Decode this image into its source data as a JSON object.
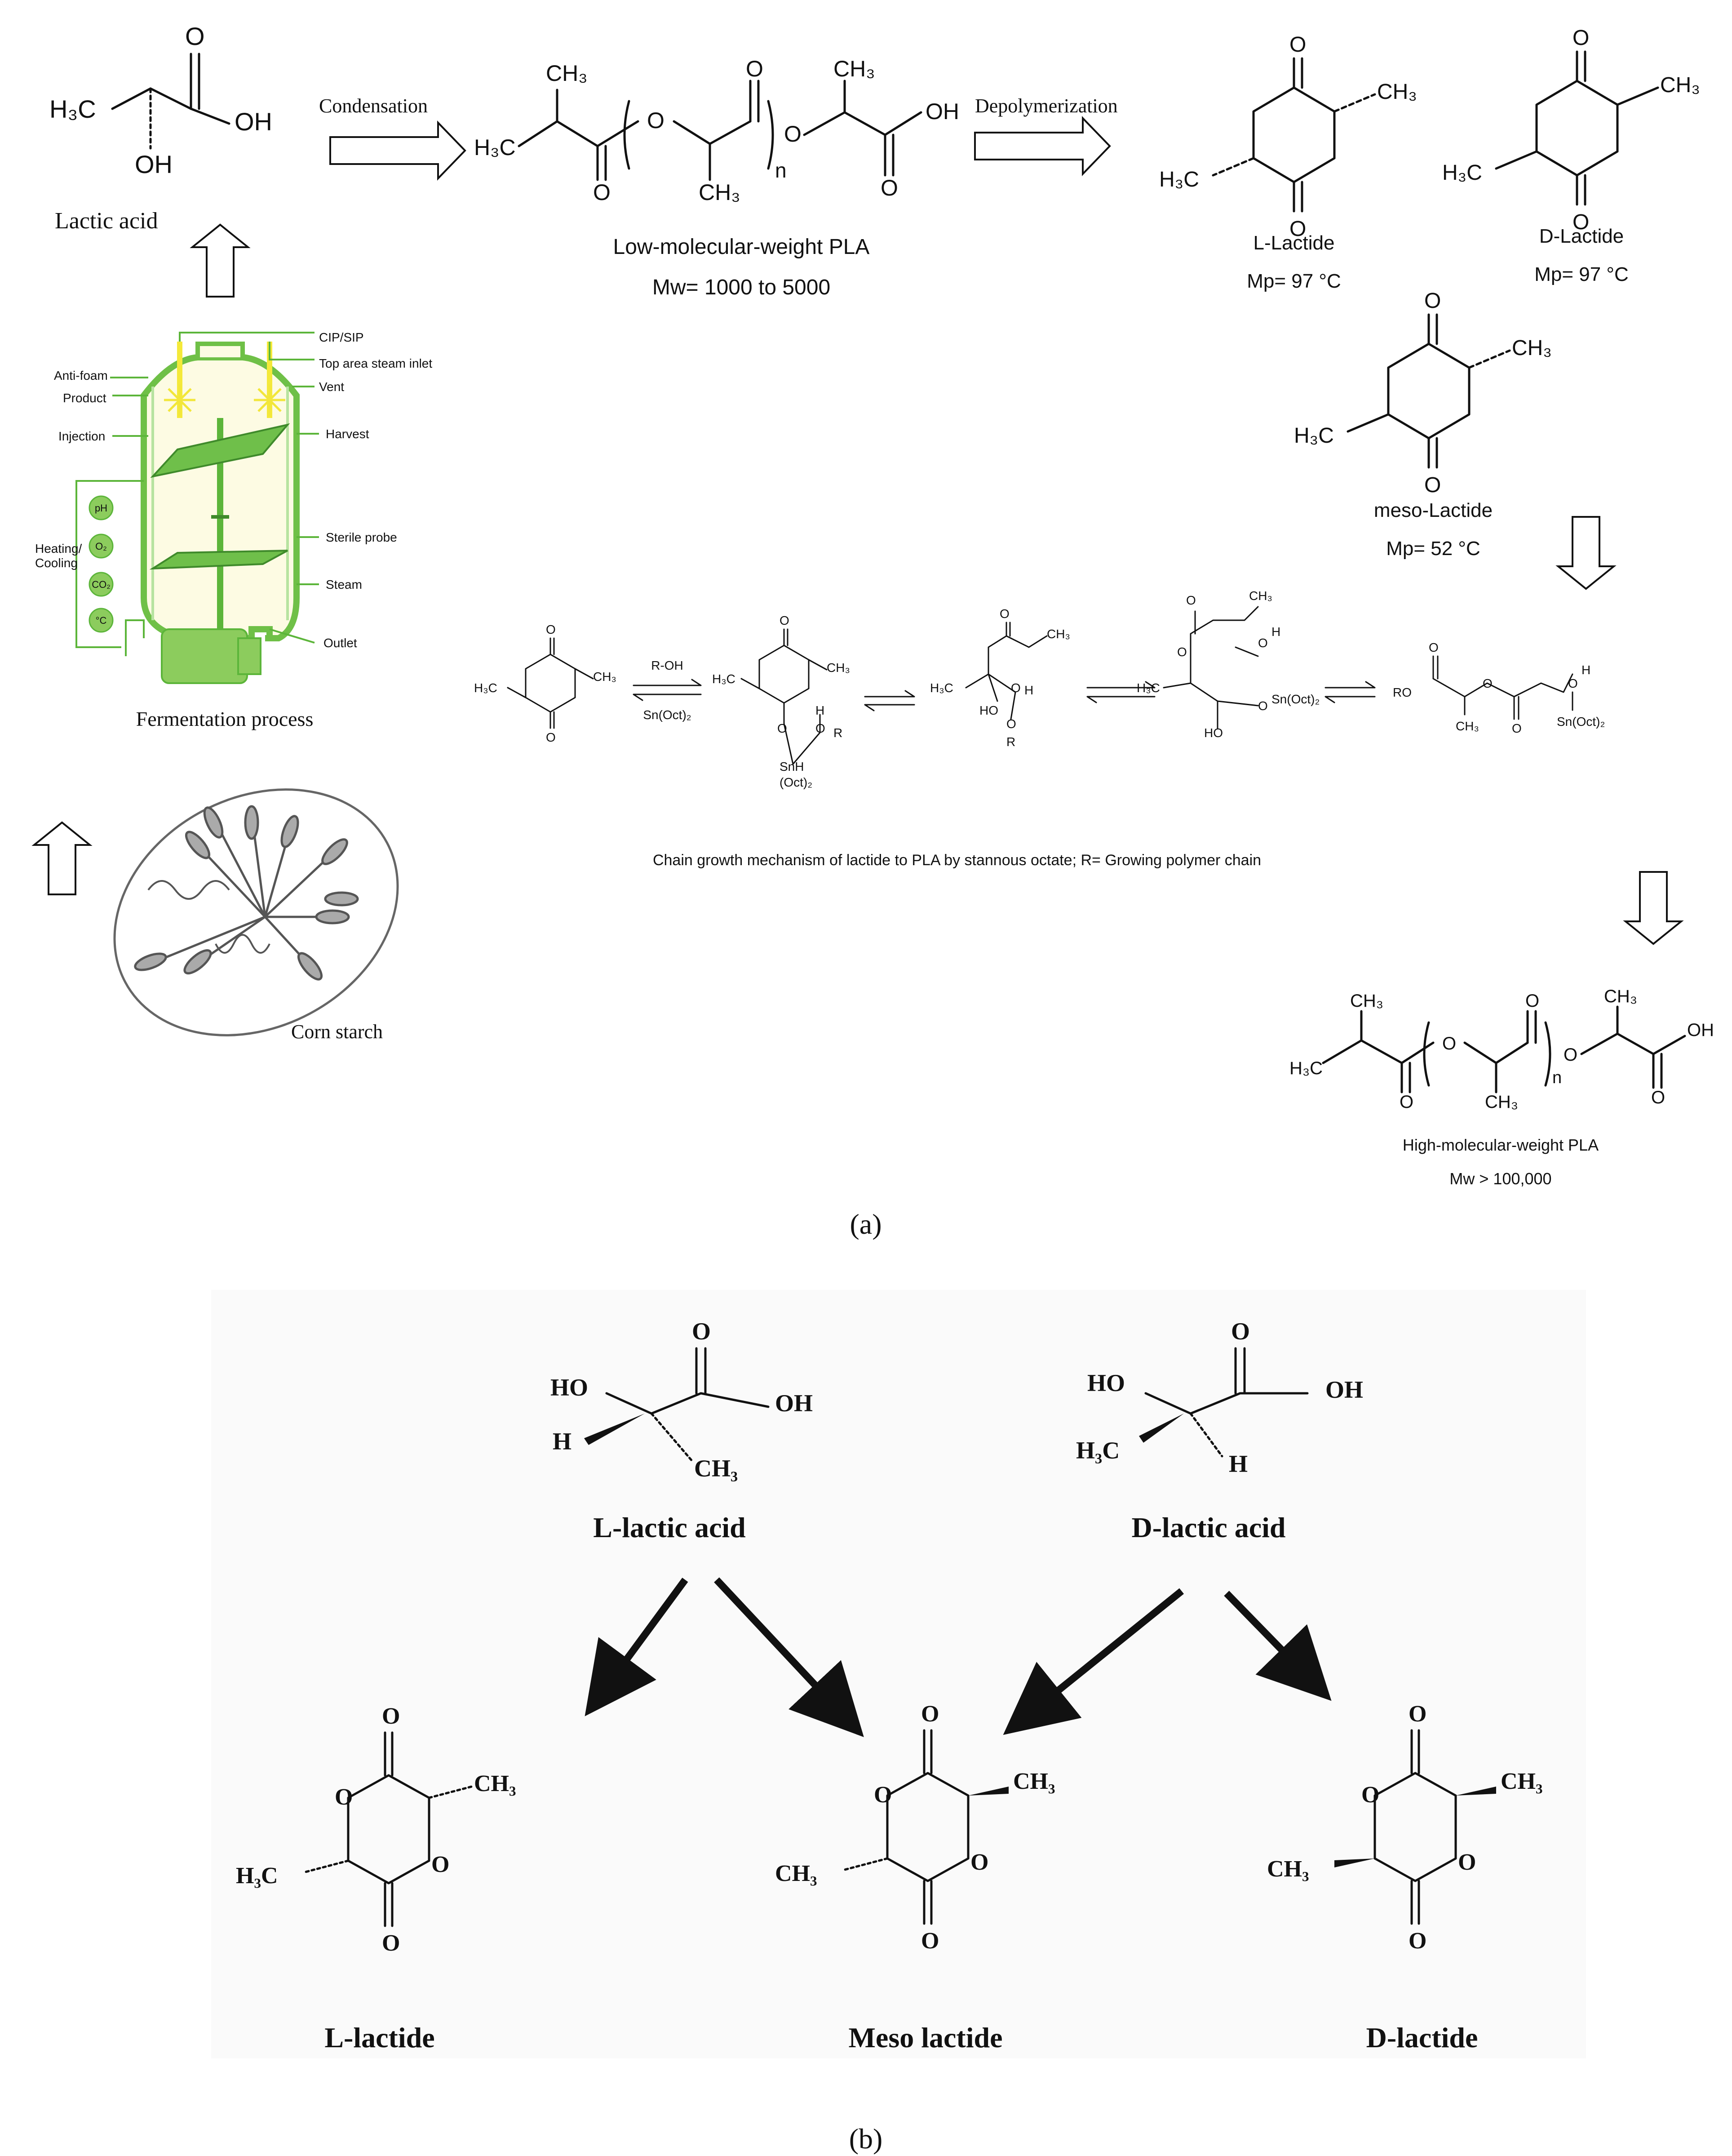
{
  "panel_a": {
    "lactic_acid": {
      "name": "Lactic acid",
      "h3c": "H₃C",
      "oh": "OH",
      "o": "O",
      "oh2": "OH"
    },
    "condensation": "Condensation",
    "depolymerization": "Depolymerization",
    "low_pla": {
      "name": "Low-molecular-weight PLA",
      "mw": "Mw= 1000 to 5000",
      "n": "n",
      "ch3": "CH₃",
      "h3c": "H₃C",
      "o": "O",
      "oh": "OH"
    },
    "l_lactide": {
      "name": "L-Lactide",
      "mp": "Mp= 97 °C",
      "ch3": "CH₃",
      "h3c": "H₃C",
      "o": "O"
    },
    "d_lactide": {
      "name": "D-Lactide",
      "mp": "Mp= 97 °C",
      "ch3": "CH₃",
      "h3c": "H₃C",
      "o": "O"
    },
    "meso_lactide": {
      "name": "meso-Lactide",
      "mp": "Mp= 52 °C",
      "ch3": "CH₃",
      "h3c": "H₃C",
      "o": "O"
    },
    "fermentation": {
      "title": "Fermentation process",
      "labels_left": [
        "Anti-foam",
        "Product",
        "Injection",
        "Heating/",
        "Cooling"
      ],
      "labels_right": [
        "CIP/SIP",
        "Top area steam inlet",
        "Vent",
        "Harvest",
        "Sterile probe",
        "Steam",
        "Outlet"
      ],
      "probes": [
        "pH",
        "O₂",
        "CO₂",
        "°C"
      ]
    },
    "corn_starch": "Corn starch",
    "mechanism": {
      "caption": "Chain growth mechanism of lactide to PLA by stannous octate; R= Growing polymer chain",
      "reagent_top": "R-OH",
      "reagent_bottom": "Sn(Oct)₂",
      "labels": [
        "CH₃",
        "H₃C",
        "O",
        "H",
        "R",
        "SnH",
        "(Oct)₂",
        "HO",
        "Sn(Oct)₂",
        "RO",
        "+",
        "OH"
      ]
    },
    "high_pla": {
      "name": "High-molecular-weight PLA",
      "mw": "Mw > 100,000",
      "n": "n",
      "ch3": "CH₃",
      "h3c": "H₃C",
      "o": "O",
      "oh": "OH"
    },
    "label": "(a)"
  },
  "panel_b": {
    "l_lactic_acid": "L-lactic acid",
    "d_lactic_acid": "D-lactic acid",
    "l_lactide": "L-lactide",
    "meso_lactide": "Meso lactide",
    "d_lactide": "D-lactide",
    "atoms": {
      "ho": "HO",
      "oh": "OH",
      "h": "H",
      "ch3": "CH₃",
      "h3c": "H₃C",
      "o": "O"
    },
    "label": "(b)"
  }
}
